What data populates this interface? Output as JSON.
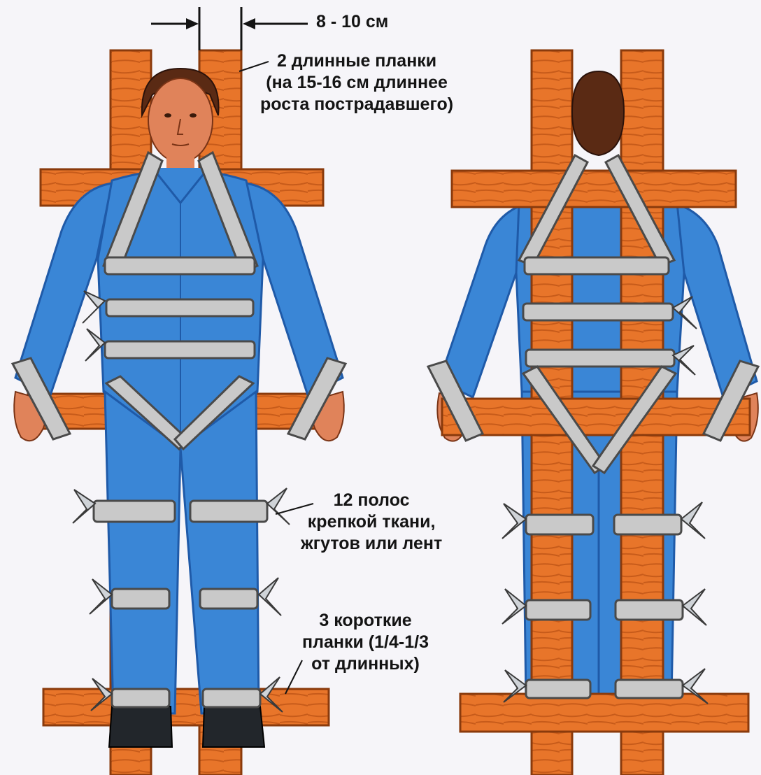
{
  "labels": {
    "width": "8 - 10 см",
    "long_boards": [
      "2 длинные планки",
      "(на 15-16 см длиннее",
      "роста пострадавшего)"
    ],
    "strips": [
      "12 полос",
      "крепкой ткани,",
      "жгутов или лент"
    ],
    "short_boards": [
      "3 короткие",
      "планки (1/4-1/3",
      "от длинных)"
    ]
  },
  "colors": {
    "background": "#f6f5f9",
    "wood": "#e8752a",
    "wood_dark": "#b24d14",
    "suit": "#3a86d6",
    "suit_dark": "#1f5aa8",
    "bandage": "#c9c9c9",
    "bandage_edge": "#4a4a4a",
    "skin": "#e0835a",
    "hair": "#5a2a14"
  },
  "icons": [
    "front-view-figure",
    "back-view-figure",
    "dimension-arrow"
  ]
}
